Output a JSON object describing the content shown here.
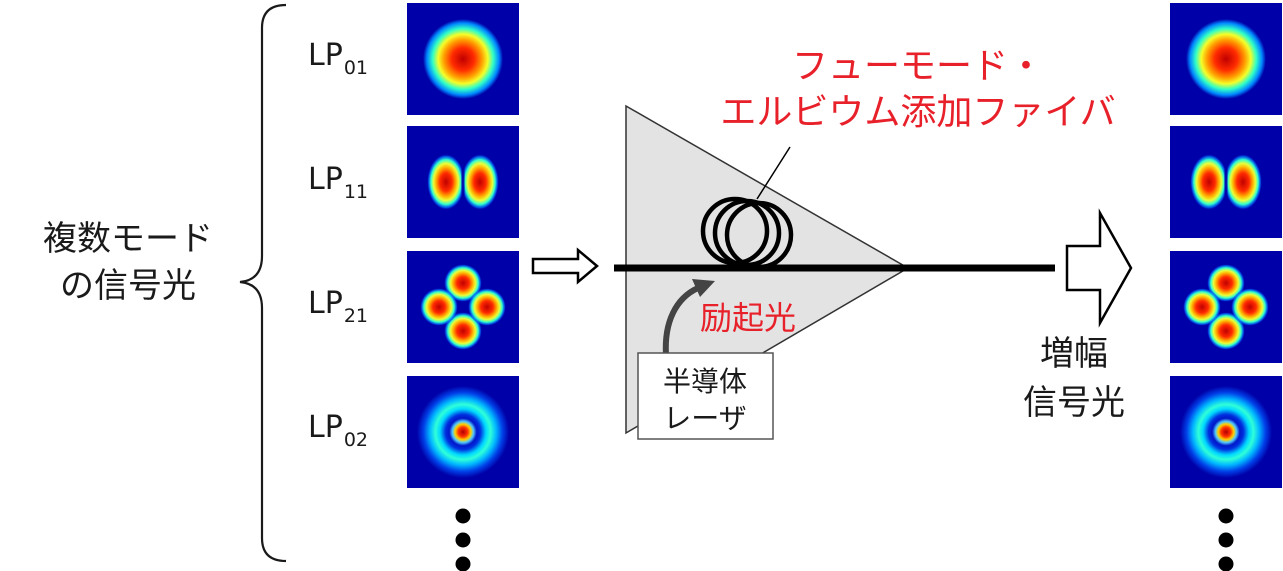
{
  "input_label": [
    "複数モード",
    "の信号光"
  ],
  "modes": [
    {
      "name": "LP",
      "sub": "01",
      "pattern": "lp01"
    },
    {
      "name": "LP",
      "sub": "11",
      "pattern": "lp11"
    },
    {
      "name": "LP",
      "sub": "21",
      "pattern": "lp21"
    },
    {
      "name": "LP",
      "sub": "02",
      "pattern": "lp02"
    }
  ],
  "fiber_label": [
    "フューモード・",
    "エルビウム添加ファイバ"
  ],
  "pump_label": "励起光",
  "laser_label": [
    "半導体",
    "レーザ"
  ],
  "output_label": [
    "増幅",
    "信号光"
  ],
  "colors": {
    "accent_red": "#e8202a",
    "amplifier_fill": "#e3e3e3",
    "mode_background": "#0000a8",
    "pump_arrow": "#444444"
  },
  "icons": [
    "brace-icon",
    "hollow-arrow-icon",
    "fiber-coil-icon",
    "ellipsis-dots-icon"
  ]
}
